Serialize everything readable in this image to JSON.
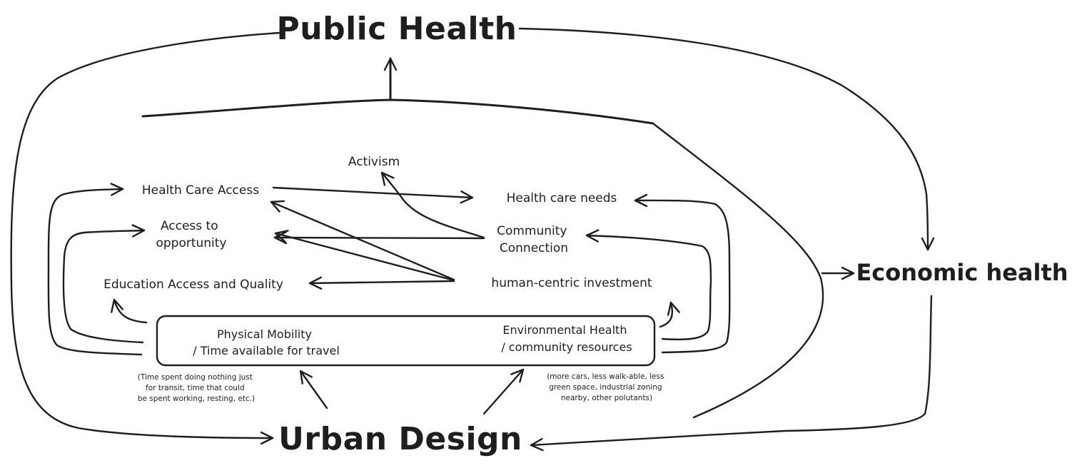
{
  "nodes": {
    "public_health": "Public Health",
    "economic_health": "Economic health",
    "urban_design": "Urban Design",
    "activism": "Activism",
    "health_care_access": "Health Care Access",
    "health_care_needs": "Health care needs",
    "access_to_opportunity": [
      "Access to",
      "opportunity"
    ],
    "community_connection": [
      "Community",
      "Connection"
    ],
    "education_access": "Education Access and Quality",
    "human_centric_investment": "human-centric investment",
    "physical_mobility": [
      "Physical Mobility",
      "/ Time available for travel"
    ],
    "environmental_health": [
      "Environmental Health",
      "/ community resources"
    ]
  },
  "notes": {
    "mobility_note": [
      "(Time spent doing nothing just",
      "for transit,  time that could",
      "be spent working, resting, etc.)"
    ],
    "environment_note": [
      "(more cars, less walk-able, less",
      "green space, industrial zoning",
      "nearby, other polutants)"
    ]
  }
}
